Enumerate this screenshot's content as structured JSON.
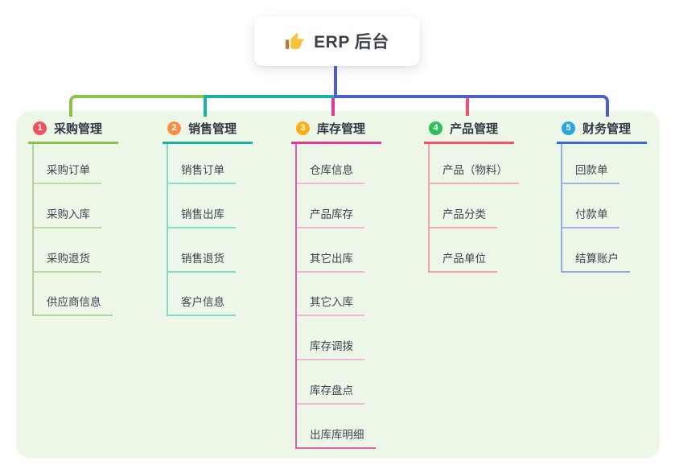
{
  "root": {
    "label": "ERP 后台",
    "icon": "thumbs-up-icon"
  },
  "canvas": {
    "panel_bg": "#edf7e8",
    "background": "#ffffff"
  },
  "connectors": {
    "root_line": "#4c5ed2"
  },
  "branches": [
    {
      "num": "1",
      "label": "采购管理",
      "colors": {
        "strong": "#8bc34a",
        "badge": "#f0525f",
        "vertical": "#aed69a",
        "light": "#b7dda4"
      },
      "children": [
        "采购订单",
        "采购入库",
        "采购退货",
        "供应商信息"
      ]
    },
    {
      "num": "2",
      "label": "销售管理",
      "colors": {
        "strong": "#16b3a6",
        "badge": "#f98e43",
        "vertical": "#83d7cd",
        "light": "#8bdacf"
      },
      "children": [
        "销售订单",
        "销售出库",
        "销售退货",
        "客户信息"
      ]
    },
    {
      "num": "3",
      "label": "库存管理",
      "colors": {
        "strong": "#e23897",
        "badge": "#fbae17",
        "vertical": "#dc61a8",
        "light": "#f2b4d9"
      },
      "children": [
        "仓库信息",
        "产品库存",
        "其它出库",
        "其它入库",
        "库存调拨",
        "库存盘点",
        "出库库明细"
      ]
    },
    {
      "num": "4",
      "label": "产品管理",
      "colors": {
        "strong": "#f4516c",
        "badge": "#2ebd59",
        "vertical": "#f7a3ab",
        "light": "#f8a8ae"
      },
      "children": [
        "产品（物料）",
        "产品分类",
        "产品单位"
      ]
    },
    {
      "num": "5",
      "label": "财务管理",
      "colors": {
        "strong": "#3f68d9",
        "badge": "#29a6de",
        "vertical": "#93ade5",
        "light": "#9db5e8"
      },
      "children": [
        "回款单",
        "付款单",
        "结算账户"
      ]
    }
  ]
}
